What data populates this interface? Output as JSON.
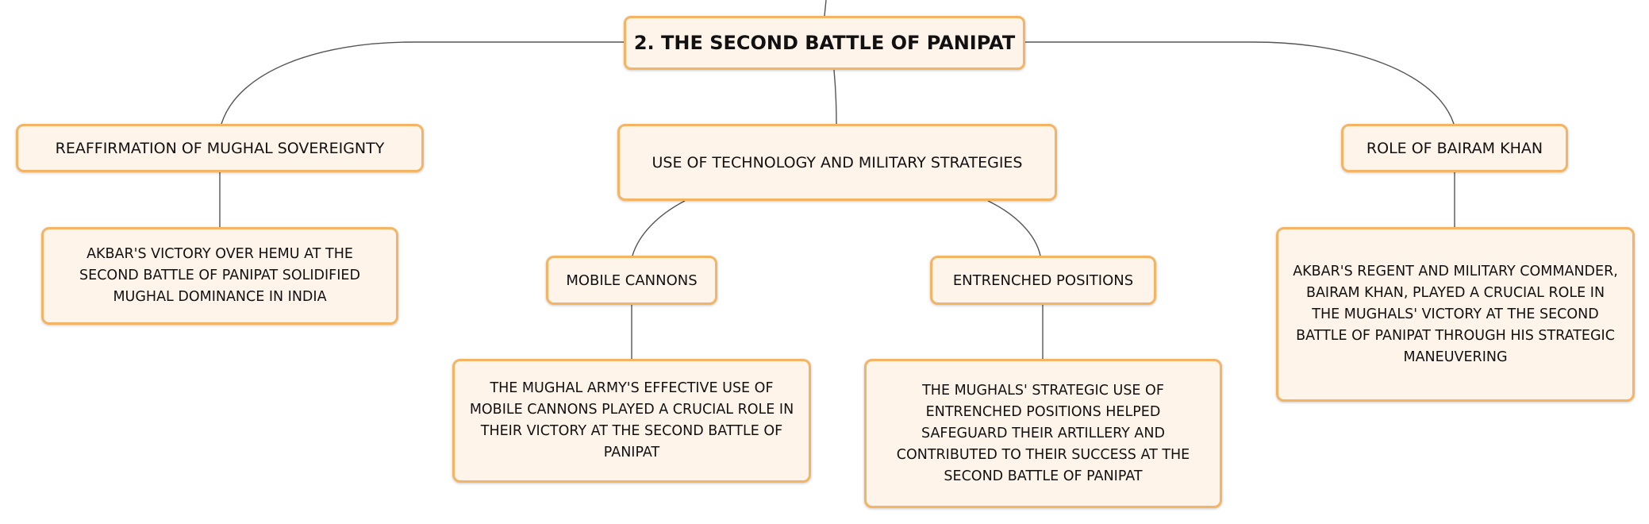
{
  "root": {
    "label": "2. THE SECOND BATTLE OF PANIPAT"
  },
  "branches": {
    "sovereignty": {
      "label": "REAFFIRMATION OF MUGHAL SOVEREIGNTY",
      "detail": "AKBAR'S VICTORY OVER HEMU AT THE SECOND BATTLE OF PANIPAT SOLIDIFIED MUGHAL DOMINANCE IN INDIA"
    },
    "technology": {
      "label": "USE OF TECHNOLOGY AND MILITARY STRATEGIES",
      "children": {
        "cannons": {
          "label": "MOBILE CANNONS",
          "detail": "THE MUGHAL ARMY'S EFFECTIVE USE OF MOBILE CANNONS PLAYED A CRUCIAL ROLE IN THEIR VICTORY AT THE SECOND BATTLE OF PANIPAT"
        },
        "entrenched": {
          "label": "ENTRENCHED POSITIONS",
          "detail": "THE MUGHALS' STRATEGIC USE OF ENTRENCHED POSITIONS HELPED SAFEGUARD THEIR ARTILLERY AND CONTRIBUTED TO THEIR SUCCESS AT THE SECOND BATTLE OF PANIPAT"
        }
      }
    },
    "bairam": {
      "label": "ROLE OF BAIRAM KHAN",
      "detail": "AKBAR'S REGENT AND MILITARY COMMANDER, BAIRAM KHAN, PLAYED A CRUCIAL ROLE IN THE MUGHALS' VICTORY AT THE SECOND BATTLE OF PANIPAT THROUGH HIS STRATEGIC MANEUVERING"
    }
  }
}
